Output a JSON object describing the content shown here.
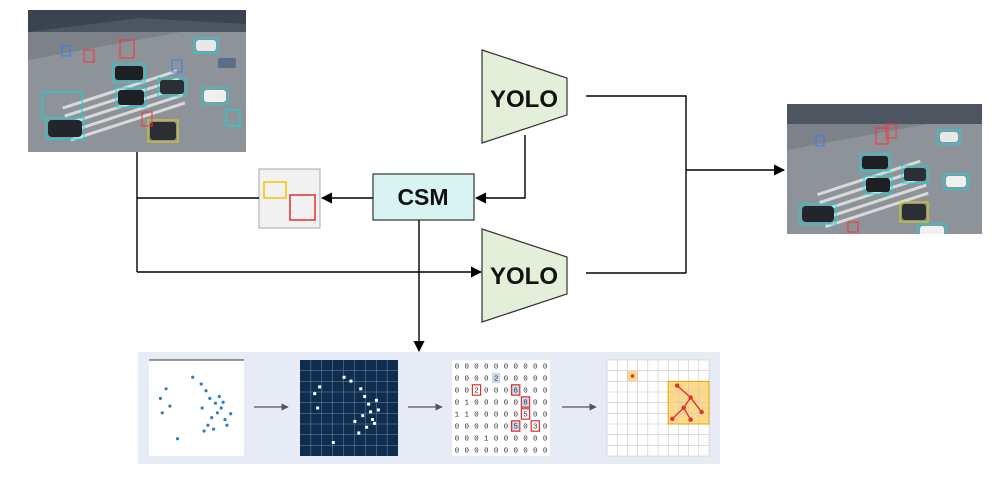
{
  "colors": {
    "yolo_fill": "#e3efd8",
    "csm_fill": "#d9f3f3",
    "strip_bg": "#e7ebf6",
    "heatmap_bg": "#0f2d4f",
    "highlight_red": "#e03030",
    "highlight_yellow": "#f5c400",
    "selected_cell": "#ffd98a",
    "point_blue": "#2f7fc0"
  },
  "nodes": {
    "yolo_top": {
      "label": "YOLO"
    },
    "yolo_bottom": {
      "label": "YOLO"
    },
    "csm": {
      "label": "CSM"
    }
  },
  "images": {
    "input": {
      "subject": "aerial-traffic-scene-with-detections"
    },
    "output": {
      "subject": "aerial-traffic-scene-with-detections"
    }
  },
  "crop_panel": {
    "icon": "crop-regions-icon"
  },
  "pipeline": {
    "scatter_points": [
      [
        0.12,
        0.4
      ],
      [
        0.18,
        0.3
      ],
      [
        0.14,
        0.55
      ],
      [
        0.46,
        0.18
      ],
      [
        0.55,
        0.25
      ],
      [
        0.6,
        0.32
      ],
      [
        0.64,
        0.4
      ],
      [
        0.7,
        0.45
      ],
      [
        0.72,
        0.55
      ],
      [
        0.66,
        0.6
      ],
      [
        0.76,
        0.5
      ],
      [
        0.62,
        0.68
      ],
      [
        0.68,
        0.72
      ],
      [
        0.58,
        0.74
      ],
      [
        0.8,
        0.62
      ],
      [
        0.82,
        0.68
      ],
      [
        0.3,
        0.82
      ],
      [
        0.74,
        0.38
      ],
      [
        0.78,
        0.44
      ],
      [
        0.56,
        0.5
      ],
      [
        0.22,
        0.48
      ],
      [
        0.86,
        0.56
      ]
    ],
    "heat_points": [
      [
        0.15,
        0.35
      ],
      [
        0.2,
        0.28
      ],
      [
        0.18,
        0.5
      ],
      [
        0.45,
        0.18
      ],
      [
        0.52,
        0.22
      ],
      [
        0.62,
        0.3
      ],
      [
        0.66,
        0.38
      ],
      [
        0.7,
        0.46
      ],
      [
        0.72,
        0.54
      ],
      [
        0.74,
        0.62
      ],
      [
        0.68,
        0.7
      ],
      [
        0.6,
        0.76
      ],
      [
        0.78,
        0.42
      ],
      [
        0.8,
        0.52
      ],
      [
        0.34,
        0.86
      ],
      [
        0.64,
        0.58
      ],
      [
        0.76,
        0.66
      ],
      [
        0.56,
        0.64
      ]
    ],
    "matrix": [
      [
        "0",
        "0",
        "0",
        "0",
        "0",
        "0",
        "0",
        "0",
        "0",
        "0"
      ],
      [
        "0",
        "0",
        "0",
        "0",
        "2",
        "0",
        "0",
        "0",
        "0",
        "0"
      ],
      [
        "0",
        "0",
        "2",
        "0",
        "0",
        "0",
        "6",
        "0",
        "0",
        "0"
      ],
      [
        "0",
        "1",
        "0",
        "0",
        "0",
        "0",
        "0",
        "8",
        "0",
        "0"
      ],
      [
        "1",
        "1",
        "0",
        "0",
        "0",
        "0",
        "0",
        "5",
        "0",
        "0"
      ],
      [
        "0",
        "0",
        "0",
        "0",
        "0",
        "0",
        "5",
        "0",
        "3",
        "0"
      ],
      [
        "0",
        "0",
        "0",
        "1",
        "0",
        "0",
        "0",
        "0",
        "0",
        "0"
      ],
      [
        "0",
        "0",
        "0",
        "0",
        "0",
        "0",
        "0",
        "0",
        "0",
        "0"
      ]
    ],
    "matrix_highlights": [
      [
        2,
        2
      ],
      [
        2,
        6
      ],
      [
        3,
        7
      ],
      [
        4,
        7
      ],
      [
        5,
        6
      ],
      [
        5,
        8
      ]
    ],
    "matrix_shaded": [
      [
        1,
        4
      ],
      [
        2,
        6
      ],
      [
        3,
        7
      ],
      [
        5,
        6
      ]
    ],
    "grid_selected": [
      [
        2,
        1
      ]
    ],
    "grid_cluster": {
      "col": 6,
      "row": 2,
      "cols": 4,
      "rows": 4
    },
    "grid_graph": {
      "nodes": [
        [
          0.22,
          0.1
        ],
        [
          0.55,
          0.38
        ],
        [
          0.38,
          0.62
        ],
        [
          0.82,
          0.72
        ],
        [
          0.1,
          0.88
        ],
        [
          0.55,
          0.9
        ]
      ],
      "edges": [
        [
          0,
          1
        ],
        [
          1,
          2
        ],
        [
          1,
          3
        ],
        [
          2,
          4
        ],
        [
          2,
          5
        ]
      ]
    }
  }
}
